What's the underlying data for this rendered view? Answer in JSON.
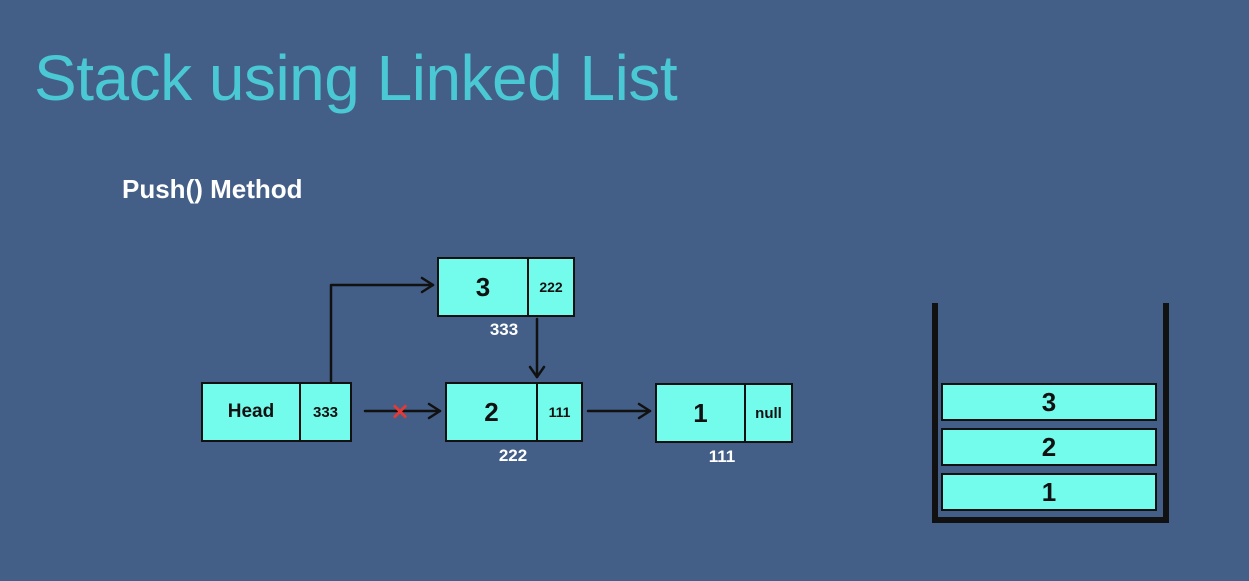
{
  "title": "Stack using Linked List",
  "subtitle": "Push() Method",
  "head_node": {
    "label": "Head",
    "pointer": "333"
  },
  "nodes": [
    {
      "value": "3",
      "next": "222",
      "address": "333"
    },
    {
      "value": "2",
      "next": "111",
      "address": "222"
    },
    {
      "value": "1",
      "next": "null",
      "address": "111"
    }
  ],
  "removed_link_marker": "×",
  "stack_items": [
    "3",
    "2",
    "1"
  ],
  "colors": {
    "background": "#435f87",
    "title": "#4ac8d4",
    "node_fill": "#73fceb",
    "outline": "#111111",
    "removed_marker": "#e53935"
  }
}
